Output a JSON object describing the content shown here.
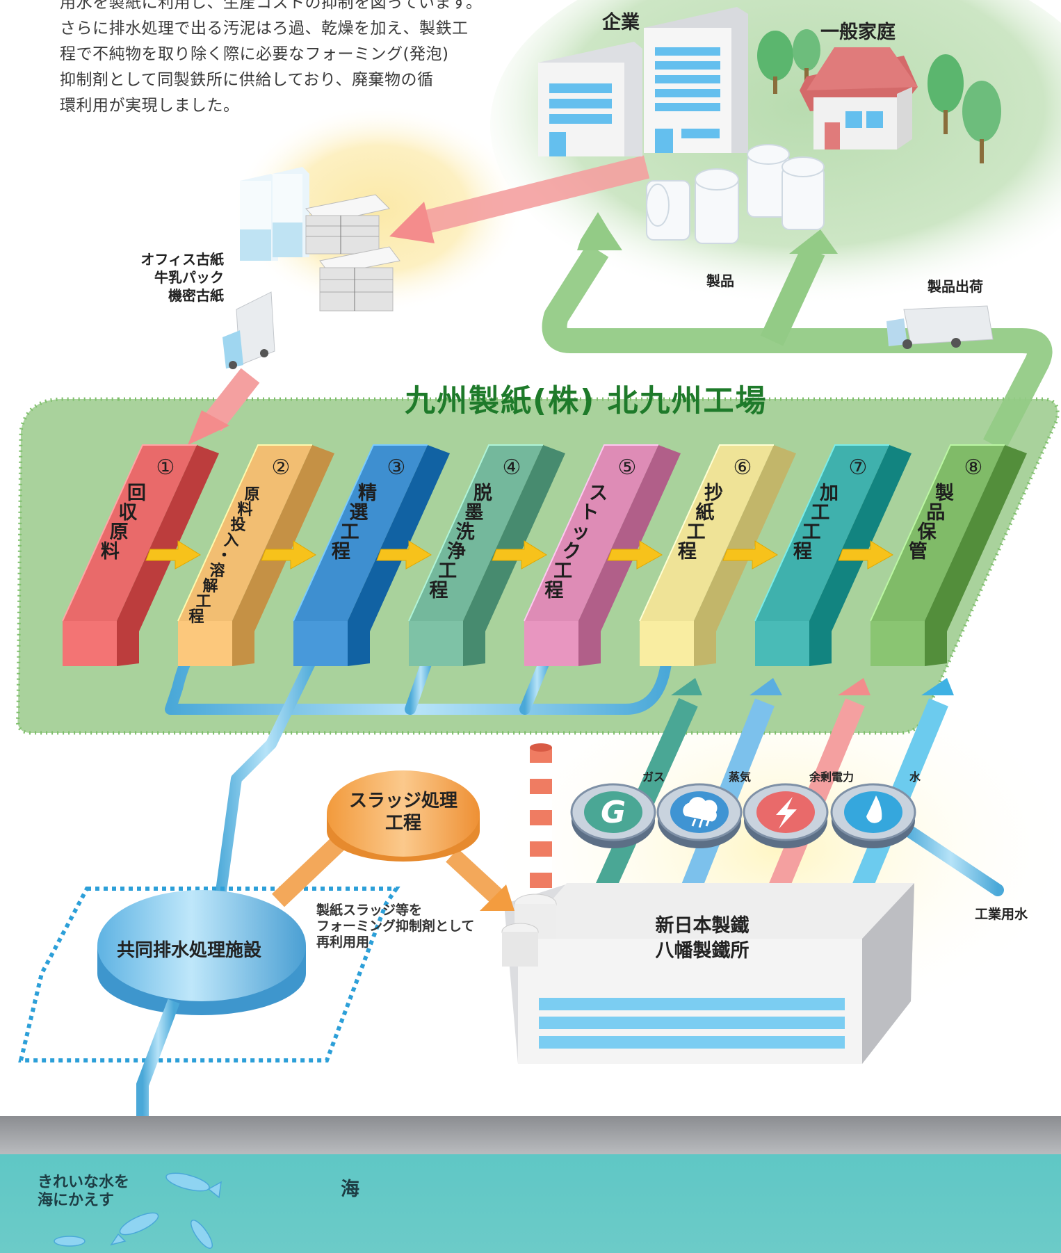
{
  "intro_lines": [
    "用水を製紙に利用し、生産コストの抑制を図っています。",
    "さらに排水処理で出る汚泥はろ過、乾燥を加え、製鉄工",
    "程で不純物を取り除く際に必要なフォーミング(発泡)",
    "抑制剤として同製鉄所に供給しており、廃棄物の循",
    "環利用が実現しました。"
  ],
  "top": {
    "business": "企業",
    "household": "一般家庭",
    "products": "製品",
    "shipping": "製品出荷",
    "wastepaper": [
      "オフィス古紙",
      "牛乳パック",
      "機密古紙"
    ]
  },
  "factory": {
    "title": "九州製紙(株) 北九州工場",
    "steps": [
      {
        "num": "①",
        "label": "回収原料",
        "color": "#e96a6a"
      },
      {
        "num": "②",
        "label": "原料投入・溶解工程",
        "color": "#f2be72"
      },
      {
        "num": "③",
        "label": "精選工程",
        "color": "#3e8fd0"
      },
      {
        "num": "④",
        "label": "脱墨洗浄工程",
        "color": "#74b89c"
      },
      {
        "num": "⑤",
        "label": "ストック工程",
        "color": "#de8cb6"
      },
      {
        "num": "⑥",
        "label": "抄紙工程",
        "color": "#efe397"
      },
      {
        "num": "⑦",
        "label": "加工工程",
        "color": "#3fb1ad"
      },
      {
        "num": "⑧",
        "label": "製品保管",
        "color": "#80bb68"
      }
    ]
  },
  "utilities": [
    {
      "label": "ガス",
      "icon": "gas-g-icon",
      "color": "#4aa795"
    },
    {
      "label": "蒸気",
      "icon": "steam-cloud-icon",
      "color": "#3f94d3"
    },
    {
      "label": "余剰電力",
      "icon": "lightning-icon",
      "color": "#e96a6a"
    },
    {
      "label": "水",
      "icon": "water-drop-icon",
      "color": "#35a7dd"
    }
  ],
  "industrial_water": "工業用水",
  "sludge": [
    "スラッジ処理",
    "工程"
  ],
  "sludge_note": [
    "製紙スラッジ等を",
    "フォーミング抑制剤として",
    "再利用用"
  ],
  "wastewater": "共同排水処理施設",
  "steel": [
    "新日本製鐵",
    "八幡製鐵所"
  ],
  "sea": "海",
  "sea_note": [
    "きれいな水を",
    "海にかえす"
  ]
}
